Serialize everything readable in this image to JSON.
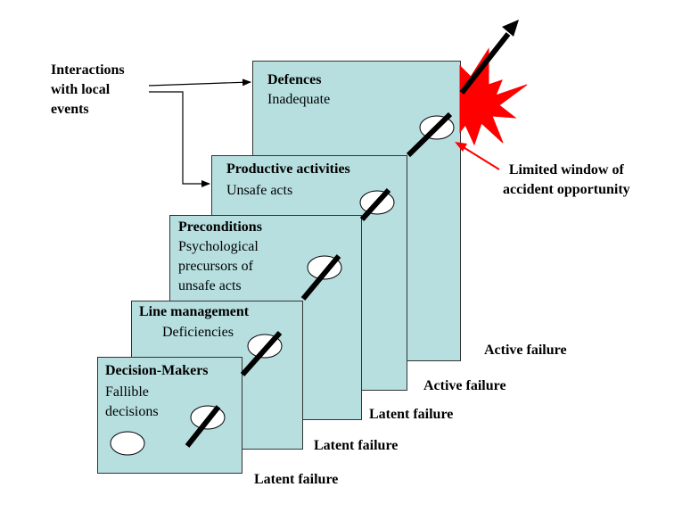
{
  "layers": [
    {
      "title": "Decision-Makers",
      "body": "Fallible\ndecisions",
      "failure": "Latent failure"
    },
    {
      "title": "Line management",
      "body": "Deficiencies",
      "failure": "Latent failure"
    },
    {
      "title": "Preconditions",
      "body": "Psychological\nprecursors of\nunsafe acts",
      "failure": "Latent failure"
    },
    {
      "title": "Productive activities",
      "body": "Unsafe acts",
      "failure": "Active failure"
    },
    {
      "title": "Defences",
      "body": "Inadequate",
      "failure": "Active failure"
    }
  ],
  "interactions_label": "Interactions\nwith local\nevents",
  "window_label": "Limited window of\naccident opportunity",
  "colors": {
    "panel": "#b7dfe0",
    "burst": "#ff0000",
    "arrow": "#000000"
  }
}
